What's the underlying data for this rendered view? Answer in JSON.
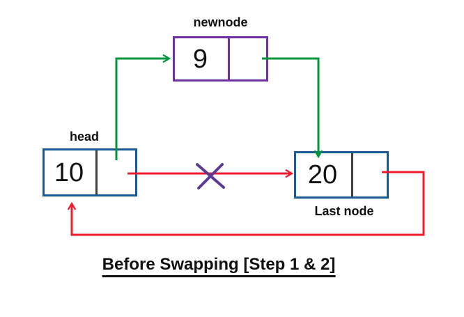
{
  "title": "Before Swapping [Step 1 & 2]",
  "nodes": {
    "newnode": {
      "label": "newnode",
      "value": "9"
    },
    "head": {
      "label": "head",
      "value": "10"
    },
    "last": {
      "label": "Last node",
      "value": "20"
    }
  },
  "edges": [
    {
      "name": "head-next-to-newnode",
      "color_key": "green_arrow"
    },
    {
      "name": "newnode-next-to-lastnode",
      "color_key": "green_arrow"
    },
    {
      "name": "head-to-lastnode-crossed-out",
      "color_key": "red_arrow"
    },
    {
      "name": "lastnode-next-loop-back-to-head",
      "color_key": "red_arrow"
    }
  ],
  "colors": {
    "green_arrow": "#00963C",
    "red_arrow": "#ED1B2C",
    "node_border_blue": "#185B94",
    "node_border_purple": "#7030A0",
    "cross_purple": "#5C3A96",
    "divider_gray": "#3F3F3F",
    "text": "#111111"
  }
}
